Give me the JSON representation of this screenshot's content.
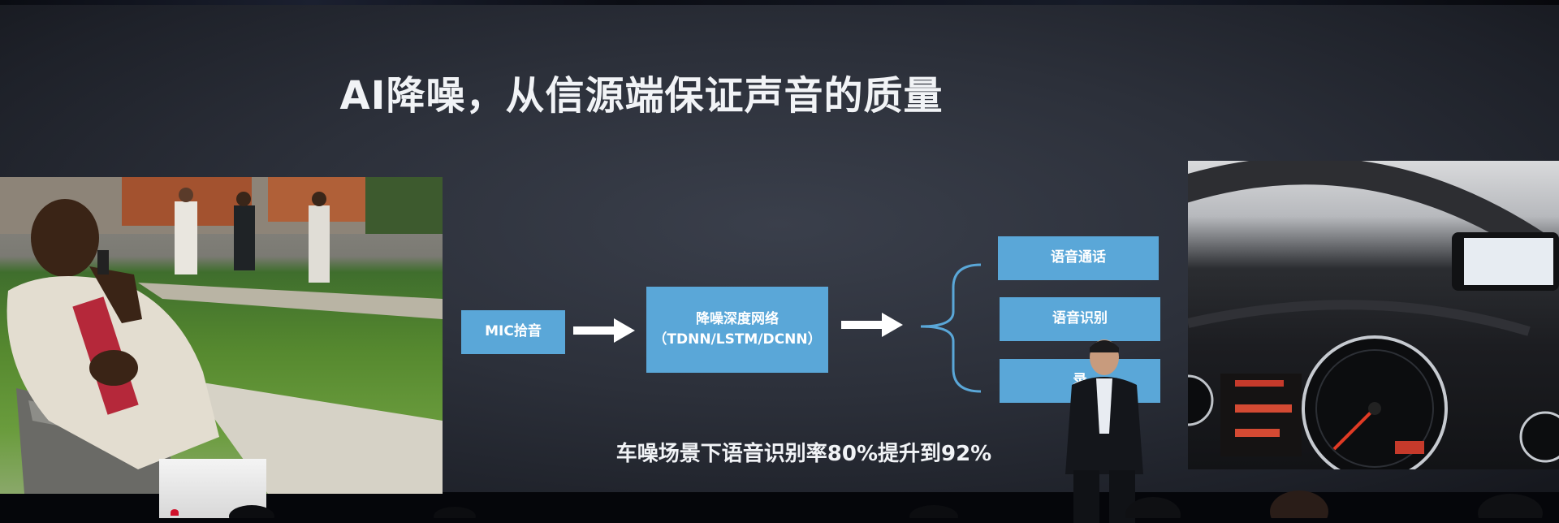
{
  "slide": {
    "title": "AI降噪，从信源端保证声音的质量",
    "flow": {
      "input": "MIC拾音",
      "network_line1": "降噪深度网络",
      "network_line2": "（TDNN/LSTM/DCNN）",
      "outputs": [
        "语音通话",
        "语音识别",
        "录"
      ]
    },
    "caption": "车噪场景下语音识别率80%提升到92%"
  },
  "colors": {
    "box_fill": "#5aa7d8",
    "screen_bg": "#2c303a",
    "text": "#f1f3f6"
  }
}
